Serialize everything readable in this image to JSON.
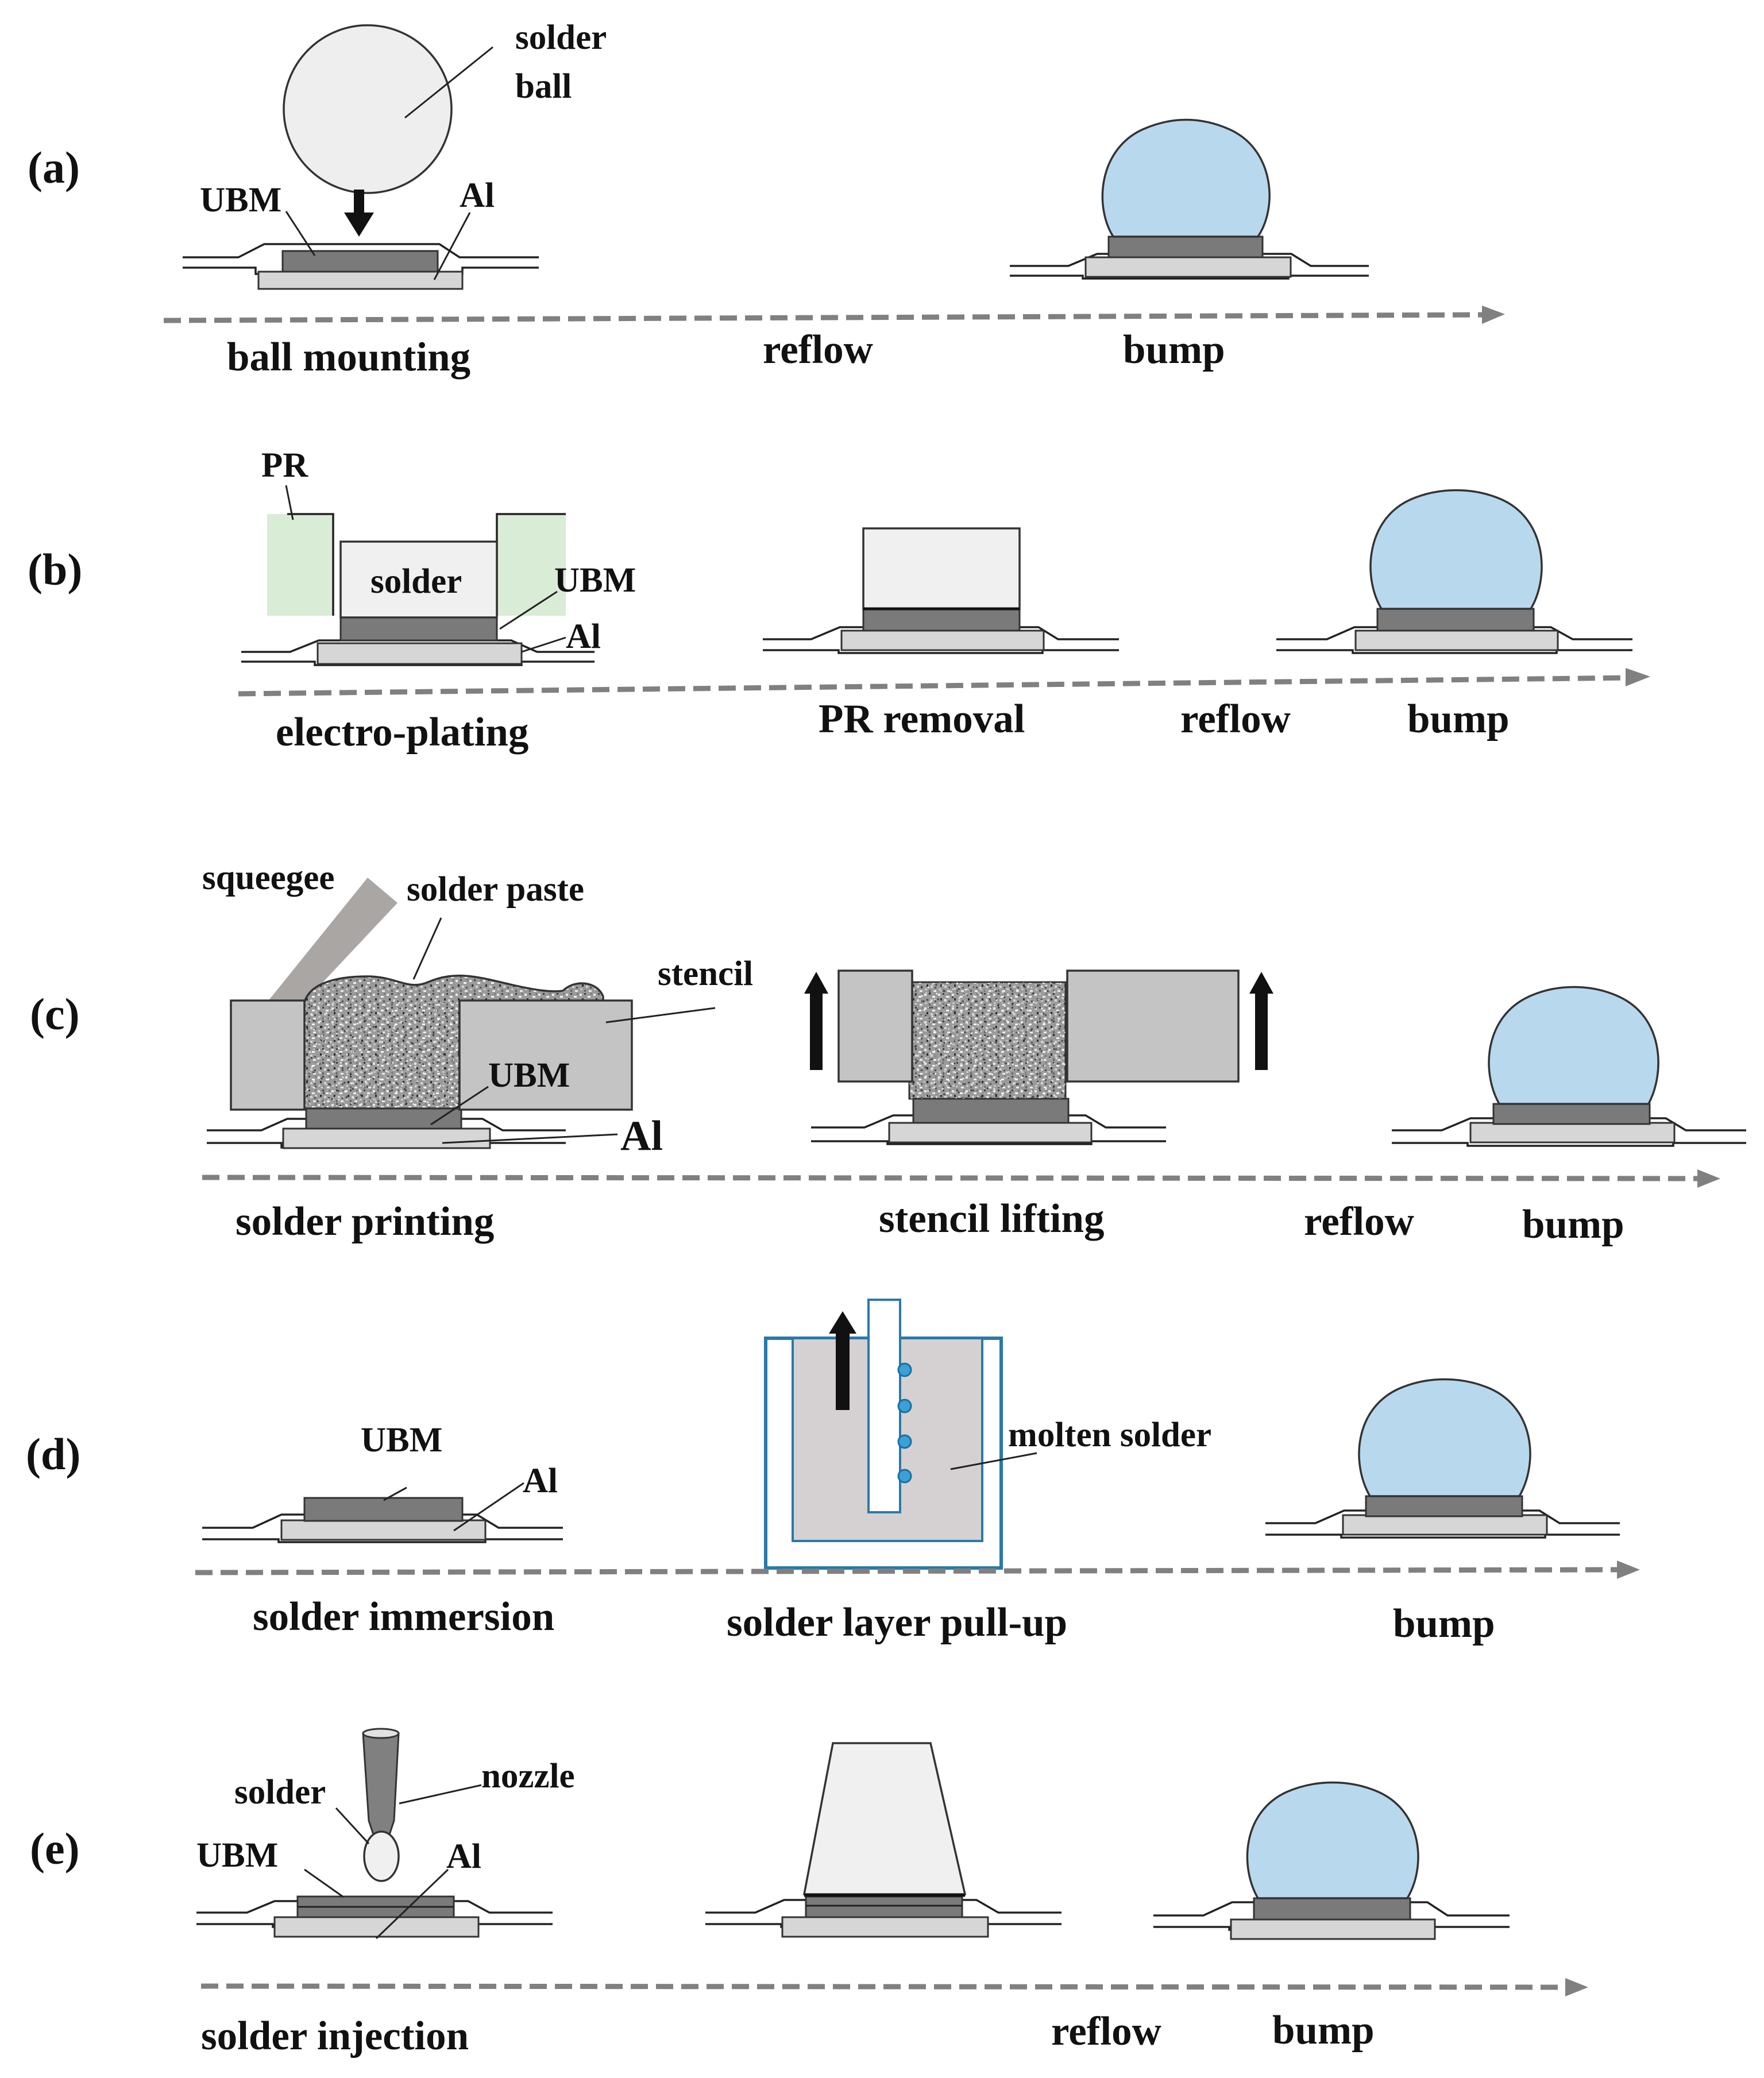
{
  "panels": {
    "a": {
      "label": "(a)",
      "callouts": {
        "solder_ball": "solder ball",
        "solder_ball_l1": "solder",
        "solder_ball_l2": "ball",
        "ubm": "UBM",
        "al": "Al"
      },
      "steps": [
        "ball mounting",
        "reflow",
        "bump"
      ]
    },
    "b": {
      "label": "(b)",
      "callouts": {
        "pr": "PR",
        "solder": "solder",
        "ubm": "UBM",
        "al": "Al"
      },
      "steps": [
        "electro-plating",
        "PR removal",
        "reflow",
        "bump"
      ]
    },
    "c": {
      "label": "(c)",
      "callouts": {
        "squeegee": "squeegee",
        "solder_paste": "solder paste",
        "stencil": "stencil",
        "ubm": "UBM",
        "al": "Al"
      },
      "steps": [
        "solder printing",
        "stencil lifting",
        "reflow",
        "bump"
      ]
    },
    "d": {
      "label": "(d)",
      "callouts": {
        "ubm": "UBM",
        "al": "Al",
        "molten_solder": "molten solder"
      },
      "steps": [
        "solder immersion",
        "solder layer pull-up",
        "bump"
      ]
    },
    "e": {
      "label": "(e)",
      "callouts": {
        "solder": "solder",
        "nozzle": "nozzle",
        "ubm": "UBM",
        "al": "Al"
      },
      "steps": [
        "solder injection",
        "reflow",
        "bump"
      ]
    }
  },
  "colors": {
    "bump": "#b8d8ee",
    "photoresist": "#d9ecd5",
    "ubm": "#7a7a7a",
    "al_pad": "#d6d6d6",
    "stencil": "#c4c4c4",
    "process_arrow": "#808080",
    "bath_outline": "#2a7aa8",
    "molten_solder_droplet": "#3aa0d8"
  }
}
